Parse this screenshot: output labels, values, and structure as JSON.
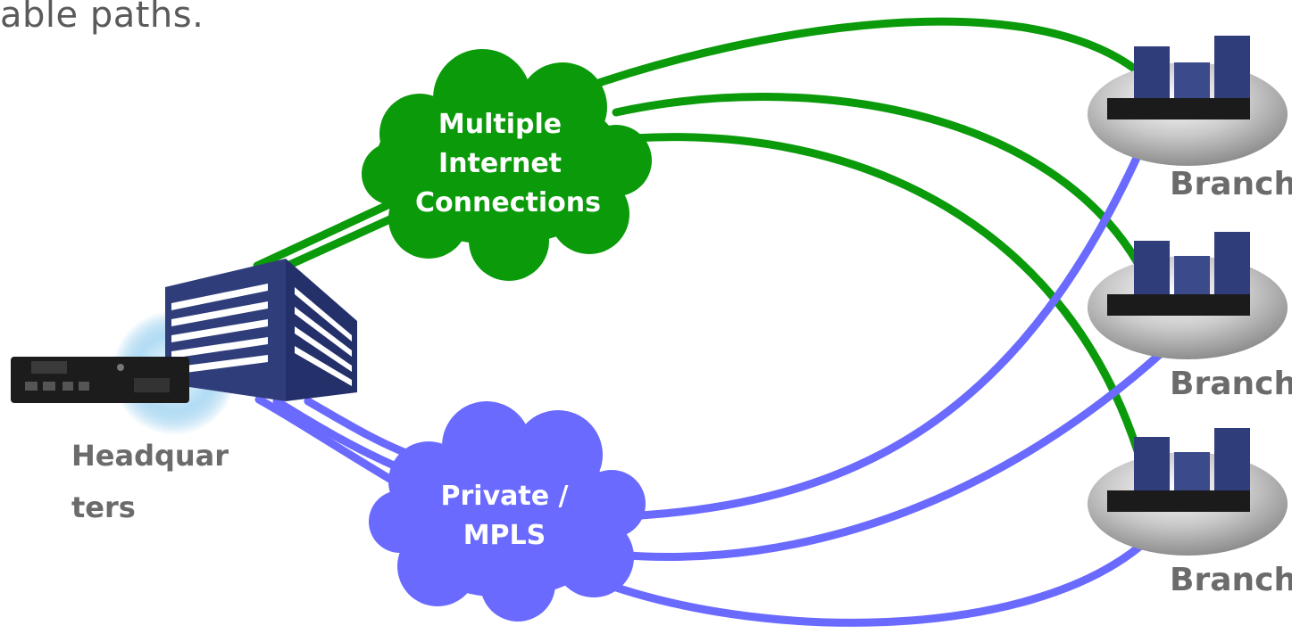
{
  "title_fragment": "able paths.",
  "clouds": {
    "internet": {
      "label_lines": [
        "Multiple",
        "Internet",
        "Connections"
      ],
      "color": "#0a9a0a"
    },
    "private": {
      "label_lines": [
        "Private /",
        "MPLS"
      ],
      "color": "#6a6aff"
    }
  },
  "headquarters": {
    "label_lines": [
      "Headquar",
      "ters"
    ]
  },
  "branches": [
    {
      "label": "Branch"
    },
    {
      "label": "Branch"
    },
    {
      "label": "Branch"
    }
  ],
  "link_colors": {
    "internet": "#0a9a0a",
    "private": "#6a6aff"
  },
  "building_color": "#2f3e7a"
}
